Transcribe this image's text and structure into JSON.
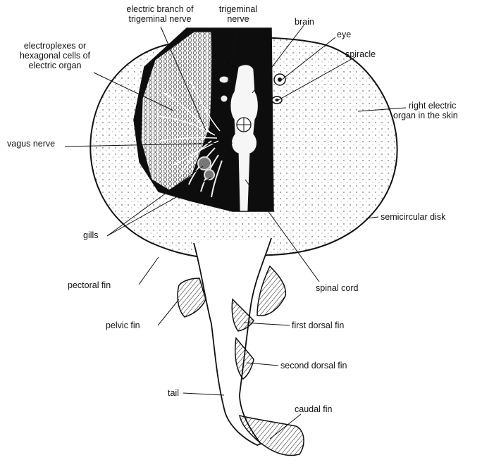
{
  "diagram": {
    "labels": {
      "electric_branch": [
        "electric branch of",
        "trigeminal nerve"
      ],
      "trigeminal": [
        "trigeminal",
        "nerve"
      ],
      "brain": "brain",
      "eye": "eye",
      "spiracle": "spiracle",
      "electroplexes": [
        "electroplexes or",
        "hexagonal cells of",
        "electric organ"
      ],
      "right_electric_organ": [
        "right electric",
        "organ in the skin"
      ],
      "vagus_nerve": "vagus  nerve",
      "semicircular_disk": "semicircular  disk",
      "gills": "gills",
      "pectoral_fin": "pectoral  fin",
      "spinal_cord": "spinal  cord",
      "pelvic_fin": "pelvic  fin",
      "first_dorsal_fin": "first  dorsal  fin",
      "second_dorsal_fin": "second  dorsal  fin",
      "tail": "tail",
      "caudal_fin": "caudal  fin"
    }
  }
}
